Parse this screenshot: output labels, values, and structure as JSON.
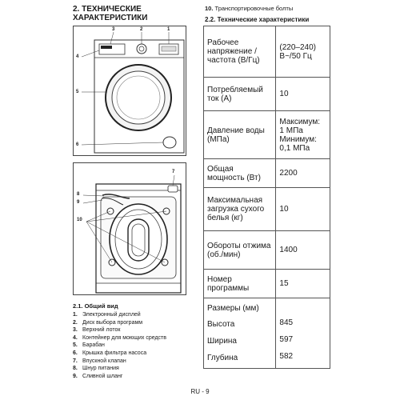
{
  "section": {
    "title": "2. ТЕХНИЧЕСКИЕ ХАРАКТЕРИСТИКИ"
  },
  "figure_top": {
    "callouts": {
      "c1": "1",
      "c2": "2",
      "c3": "3",
      "c4": "4",
      "c5": "5",
      "c6": "6"
    }
  },
  "figure_bottom": {
    "callouts": {
      "c7": "7",
      "c8": "8",
      "c9": "9",
      "c10": "10"
    }
  },
  "overview": {
    "heading": "2.1. Общий вид",
    "items": [
      {
        "num": "1.",
        "text": "Электронный дисплей"
      },
      {
        "num": "2.",
        "text": "Диск выбора программ"
      },
      {
        "num": "3.",
        "text": "Верхний лоток"
      },
      {
        "num": "4.",
        "text": "Контейнер для моющих средств"
      },
      {
        "num": "5.",
        "text": "Барабан"
      },
      {
        "num": "6.",
        "text": "Крышка фильтра насоса"
      },
      {
        "num": "7.",
        "text": "Впускной клапан"
      },
      {
        "num": "8.",
        "text": "Шнур питания"
      },
      {
        "num": "9.",
        "text": "Сливной шланг"
      }
    ]
  },
  "note_10": {
    "num": "10.",
    "text": "Транспортировочные болты"
  },
  "specs": {
    "heading": "2.2. Технические характеристики",
    "rows": [
      {
        "label": "Рабочее напряжение / частота (В/Гц)",
        "value": "(220–240) В~/50 Гц"
      },
      {
        "label": "Потребляемый ток (А)",
        "value": "10"
      },
      {
        "label": "Давление воды (МПа)",
        "value": "Максимум: 1 МПа Минимум: 0,1 МПа"
      },
      {
        "label": "Общая мощность (Вт)",
        "value": "2200"
      },
      {
        "label": "Максимальная загрузка сухого белья (кг)",
        "value": "10"
      },
      {
        "label": "Обороты отжима (об./мин)",
        "value": "1400"
      },
      {
        "label": "Номер программы",
        "value": "15"
      }
    ],
    "dimensions": {
      "heading": "Размеры (мм)",
      "height_label": "Высота",
      "height_value": "845",
      "width_label": "Ширина",
      "width_value": "597",
      "depth_label": "Глубина",
      "depth_value": "582"
    }
  },
  "footer": {
    "page": "RU - 9"
  }
}
